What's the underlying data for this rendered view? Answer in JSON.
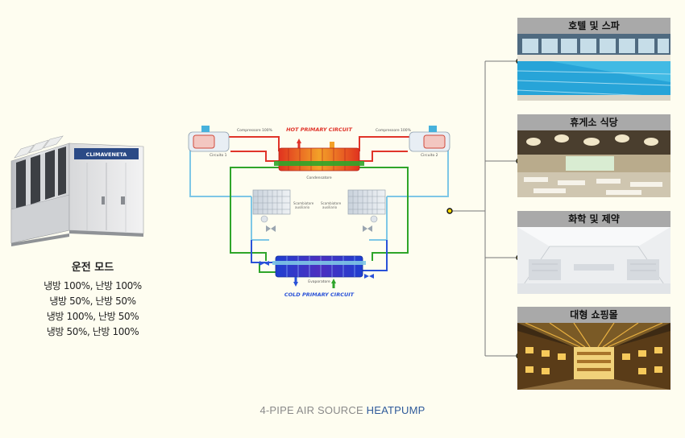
{
  "unit": {
    "brand": "CLIMAVENETA"
  },
  "modes": {
    "title": "운전 모드",
    "lines": [
      "냉방 100%, 난방 100%",
      "냉방 50%, 난방 50%",
      "냉방 100%, 난방 50%",
      "냉방 50%, 난방 100%"
    ]
  },
  "diagram": {
    "hot_circuit": "HOT PRIMARY CIRCUIT",
    "cold_circuit": "COLD PRIMARY CIRCUIT",
    "compressor_left": "Compressore 100%",
    "compressor_right": "Compressore 100%",
    "circuit_left": "Circuito 1",
    "circuit_right": "Circuito 2",
    "condensatore": "Condensatore",
    "evaporatore": "Evaporatore",
    "exchanger_left_1": "Scambiatore",
    "exchanger_left_2": "ausiliario",
    "exchanger_right_1": "Scambiatore",
    "exchanger_right_2": "ausiliario",
    "colors": {
      "hot": "#e03a2a",
      "cold": "#2a52d8",
      "water_hot": "#3aaa2a",
      "pipe_blue": "#6cc4e6"
    }
  },
  "applications": [
    {
      "title": "호텔 및 스파",
      "image": "pool-photo"
    },
    {
      "title": "휴게소 식당",
      "image": "restaurant-photo"
    },
    {
      "title": "화학 및 제약",
      "image": "lab-photo"
    },
    {
      "title": "대형 쇼핑몰",
      "image": "mall-photo"
    }
  ],
  "caption": {
    "main": "4-PIPE AIR SOURCE ",
    "accent": "HEATPUMP"
  }
}
